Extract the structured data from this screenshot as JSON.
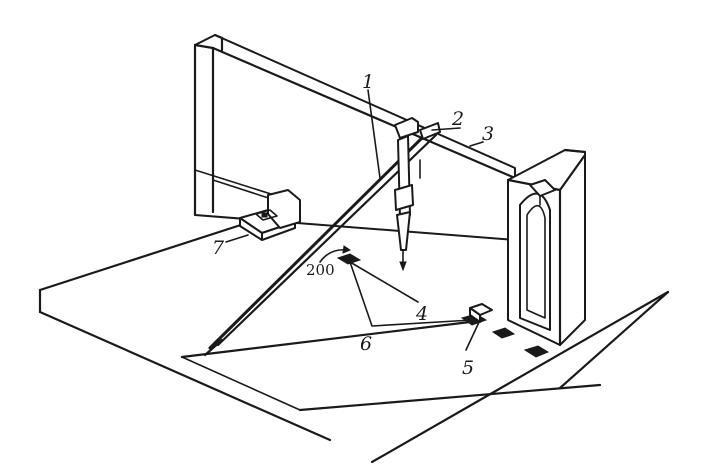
{
  "diagram": {
    "labels": {
      "l1": "1",
      "l2": "2",
      "l3": "3",
      "l4": "4",
      "l5": "5",
      "l6": "6",
      "l7": "7"
    },
    "dimension": "200"
  }
}
